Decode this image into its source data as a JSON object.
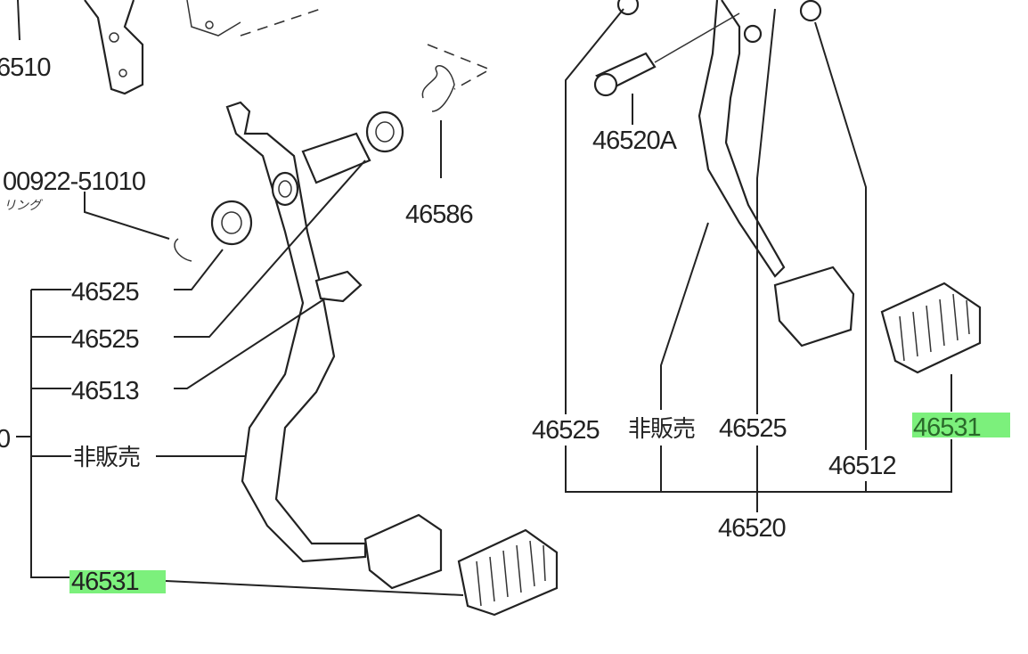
{
  "diagram": {
    "left_assembly": {
      "top_partial_label": "6510",
      "ring_part_number": "00922-51010",
      "ring_name": "リング",
      "spring_label": "46586",
      "group_partial_label": "0",
      "callouts": [
        "46525",
        "46525",
        "46513",
        "非販売",
        "46531"
      ]
    },
    "right_assembly": {
      "pin_label": "46520A",
      "callouts": [
        "46525",
        "非販売",
        "46525",
        "46512",
        "46531"
      ],
      "assembly_label": "46520"
    },
    "highlight_color": "#7CF07C"
  }
}
